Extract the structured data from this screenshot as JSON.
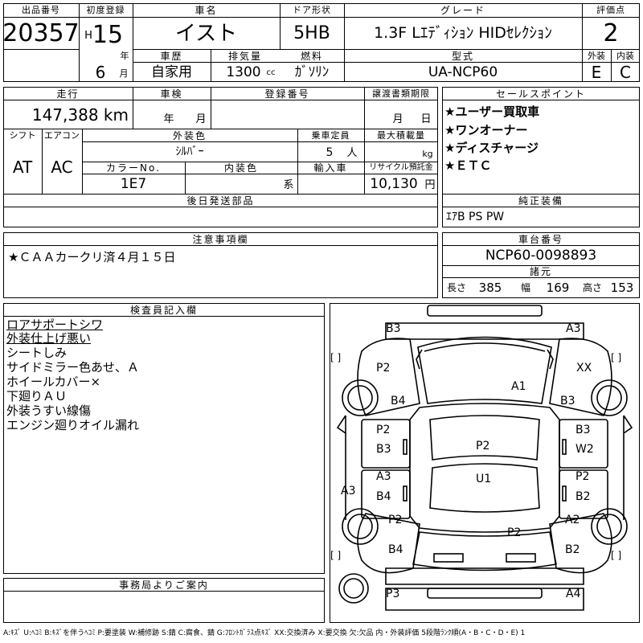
{
  "header": {
    "lot_no_label": "出品番号",
    "lot_no": "20357",
    "first_reg_label": "初度登録",
    "era": "H",
    "year": "15",
    "year_unit": "年",
    "month": "6",
    "month_unit": "月",
    "car_name_label": "車名",
    "car_name": "イスト",
    "door_label": "ドア形状",
    "door": "5HB",
    "grade_label": "グレード",
    "grade": "1.3F Lｴﾃﾞｨｼｮﾝ HIDｾﾚｸｼｮﾝ",
    "score_label": "評価点",
    "score": "2",
    "history_label": "車歴",
    "history": "自家用",
    "displacement_label": "排気量",
    "displacement": "1300",
    "displacement_unit": "cc",
    "fuel_label": "燃料",
    "fuel": "ｶﾞｿﾘﾝ",
    "model_label": "型式",
    "model": "UA-NCP60",
    "exterior_label": "外装",
    "exterior": "E",
    "interior_label": "内装",
    "interior": "C"
  },
  "row2": {
    "mileage_label": "走行",
    "mileage": "147,388 km",
    "inspection_label": "車検",
    "inspection_year_unit": "年",
    "inspection_month_unit": "月",
    "reg_no_label": "登録番号",
    "transfer_label": "譲渡書類期限",
    "transfer_month_unit": "月",
    "transfer_day_unit": "日",
    "shift_label": "シフト",
    "shift": "AT",
    "ac_label": "エアコン",
    "ac": "AC",
    "color_label": "外装色",
    "color": "ｼﾙﾊﾞｰ",
    "capacity_label": "乗車定員",
    "capacity": "5",
    "capacity_unit": "人",
    "load_label": "最大積載量",
    "load_unit": "kg",
    "color_no_label": "カラーNo.",
    "color_no": "1E7",
    "int_color_label": "内装色",
    "int_color_unit": "系",
    "import_label": "輸入車",
    "recycle_label": "リサイクル預託金",
    "recycle": "10,130",
    "recycle_unit": "円",
    "later_label": "後日発送部品"
  },
  "sales_points": {
    "label": "セールスポイント",
    "items": [
      "★ユーザー買取車",
      "★ワンオーナー",
      "★ディスチャージ",
      "★ＥＴＣ"
    ]
  },
  "equipment": {
    "label": "純正装備",
    "value": "ｴｱB PS PW"
  },
  "notes": {
    "label": "注意事項欄",
    "value": "★ＣＡＡカークリ済４月１５日"
  },
  "chassis": {
    "label": "車台番号",
    "value": "NCP60-0098893",
    "dims_label": "諸元",
    "length_label": "長さ",
    "length": "385",
    "width_label": "幅",
    "width": "169",
    "height_label": "高さ",
    "height": "153"
  },
  "inspector": {
    "label": "検査員記入欄",
    "lines": [
      "ロアサポートシワ",
      "外装仕上げ悪い",
      "シートしみ",
      "サイドミラー色あせ、Ａ",
      "ホイールカバー×",
      "下廻りＡＵ",
      "外装うすい線傷",
      "エンジン廻りオイル漏れ"
    ]
  },
  "office": {
    "label": "事務局よりご案内"
  },
  "damage_labels": {
    "bracket": "[ ]",
    "mark": "⊡",
    "items": [
      "B3",
      "A3",
      "P2",
      "XX",
      "A1",
      "B4",
      "B3",
      "P2",
      "B3",
      "B3",
      "W2",
      "P2",
      "U1",
      "A3",
      "P2",
      "A3",
      "B4",
      "B2",
      "P2",
      "A2",
      "P2",
      "B4",
      "B2",
      "P3",
      "A4"
    ]
  },
  "legend": "A:ｷｽﾞ U:ﾍｺﾐ B:ｷｽﾞを伴うﾍｺﾐ P:要塗装 W:補修跡 S:錆 C:腐食、錆 G:ﾌﾛﾝﾄｶﾞﾗｽ点ｷｽﾞ XX:交換済み X:要交換 欠:欠品 内・外装評価 5段階ﾗﾝｸ順(A・B・C・D・E) 1"
}
